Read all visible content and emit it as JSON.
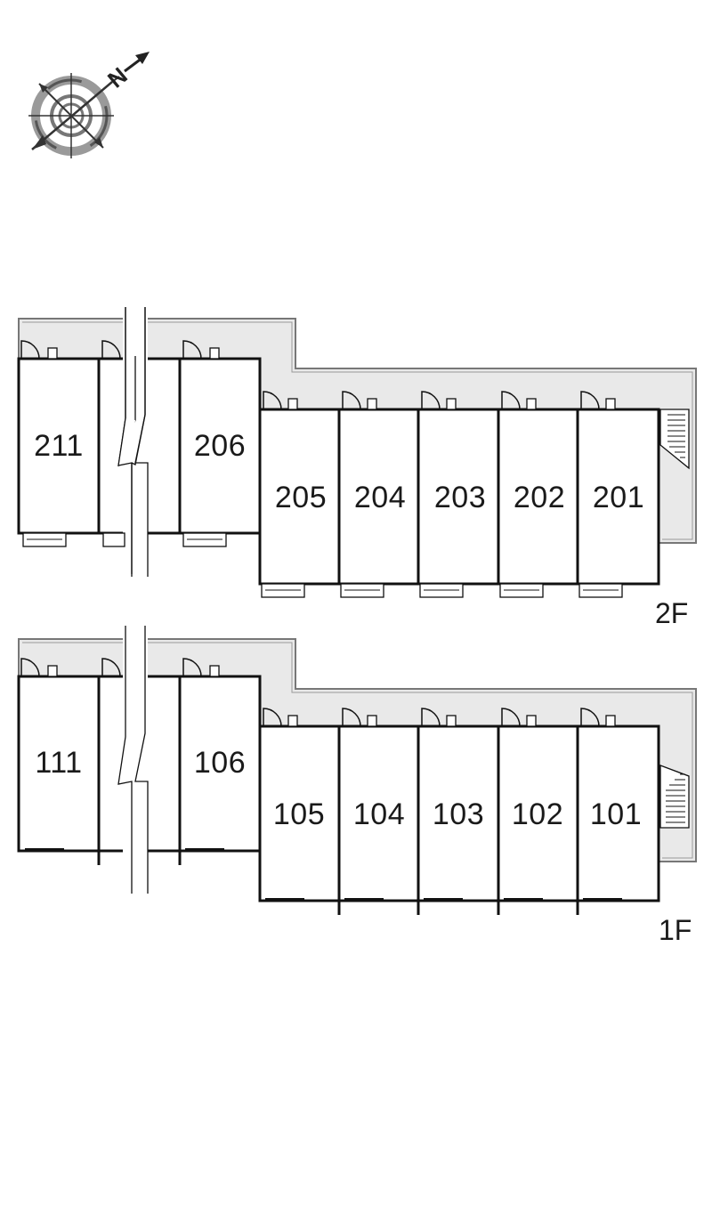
{
  "compass": {
    "label": "N"
  },
  "floors": [
    {
      "label": "2F",
      "left_rooms": [
        "211",
        "",
        "206"
      ],
      "right_rooms": [
        "205",
        "204",
        "203",
        "202",
        "201"
      ]
    },
    {
      "label": "1F",
      "left_rooms": [
        "111",
        "",
        "106"
      ],
      "right_rooms": [
        "105",
        "104",
        "103",
        "102",
        "101"
      ]
    }
  ]
}
